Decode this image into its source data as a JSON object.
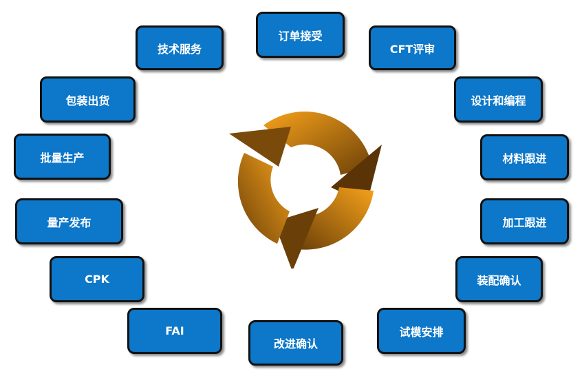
{
  "steps": [
    "订单接受",
    "CFT评审",
    "设计和编程",
    "材料跟进",
    "加工跟进",
    "装配确认",
    "试模安排",
    "改进确认",
    "FAI",
    "CPK",
    "量产发布",
    "批量生产",
    "包装出货",
    "技术服务"
  ],
  "colors": {
    "box": "#0d77c9",
    "border": "#111111",
    "cycle_light": "#f7a21b",
    "cycle_dark": "#6b4008"
  }
}
